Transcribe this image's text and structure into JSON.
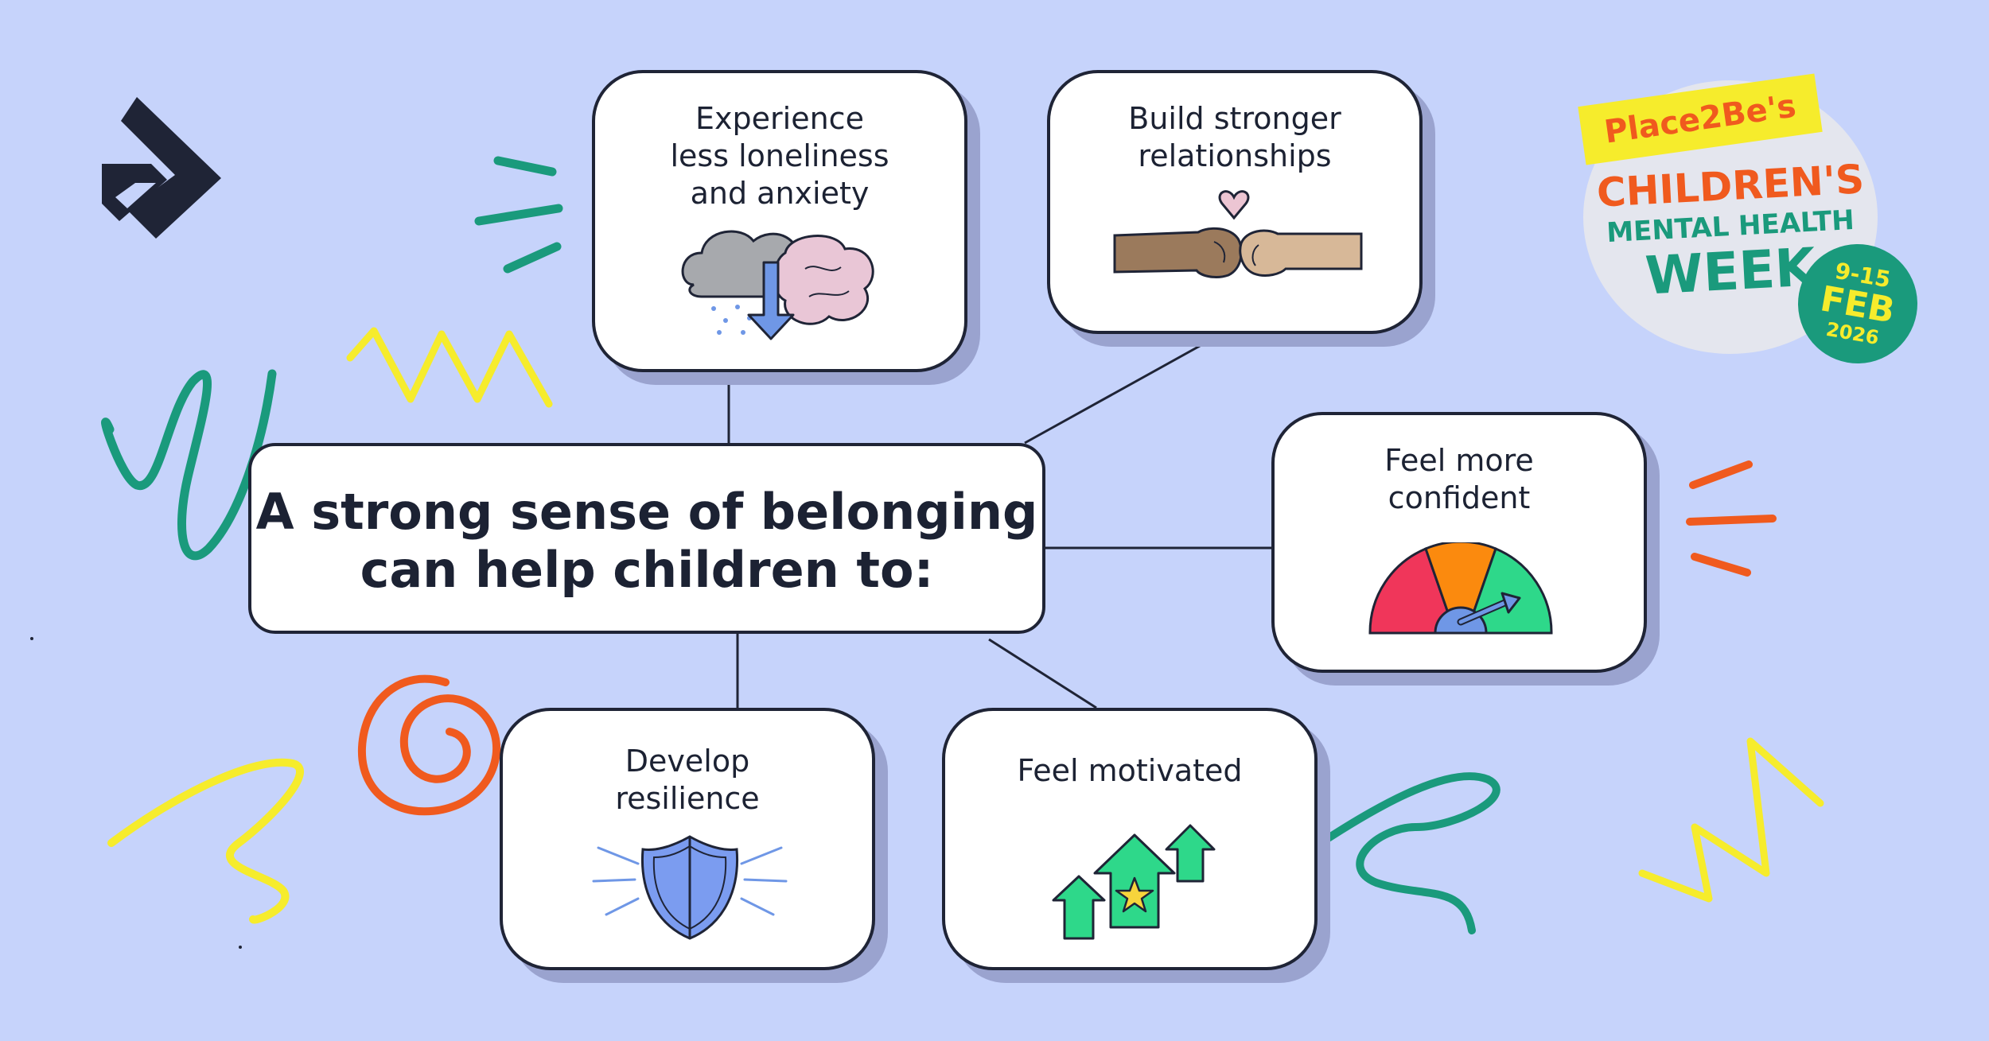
{
  "central": {
    "text": "A strong sense of belonging\ncan help children to:"
  },
  "nodes": [
    {
      "id": "loneliness",
      "text": "Experience\nless loneliness\nand anxiety",
      "icon": "cloud-brain-icon"
    },
    {
      "id": "relationships",
      "text": "Build stronger\nrelationships",
      "icon": "fist-bump-icon"
    },
    {
      "id": "confident",
      "text": "Feel more\nconfident",
      "icon": "gauge-icon"
    },
    {
      "id": "resilience",
      "text": "Develop\nresilience",
      "icon": "shield-icon"
    },
    {
      "id": "motivated",
      "text": "Feel motivated",
      "icon": "arrows-up-icon"
    }
  ],
  "badge": {
    "tag": "Place2Be's",
    "line1": "CHILDREN'S",
    "line2": "MENTAL HEALTH",
    "line3": "WEEK",
    "date_range": "9-15",
    "date_month": "FEB",
    "date_year": "2026"
  },
  "colors": {
    "background": "#c6d3fb",
    "outline": "#1f2436",
    "teal": "#1a9a7c",
    "yellow": "#f6ec2c",
    "orange": "#f05a1e"
  }
}
